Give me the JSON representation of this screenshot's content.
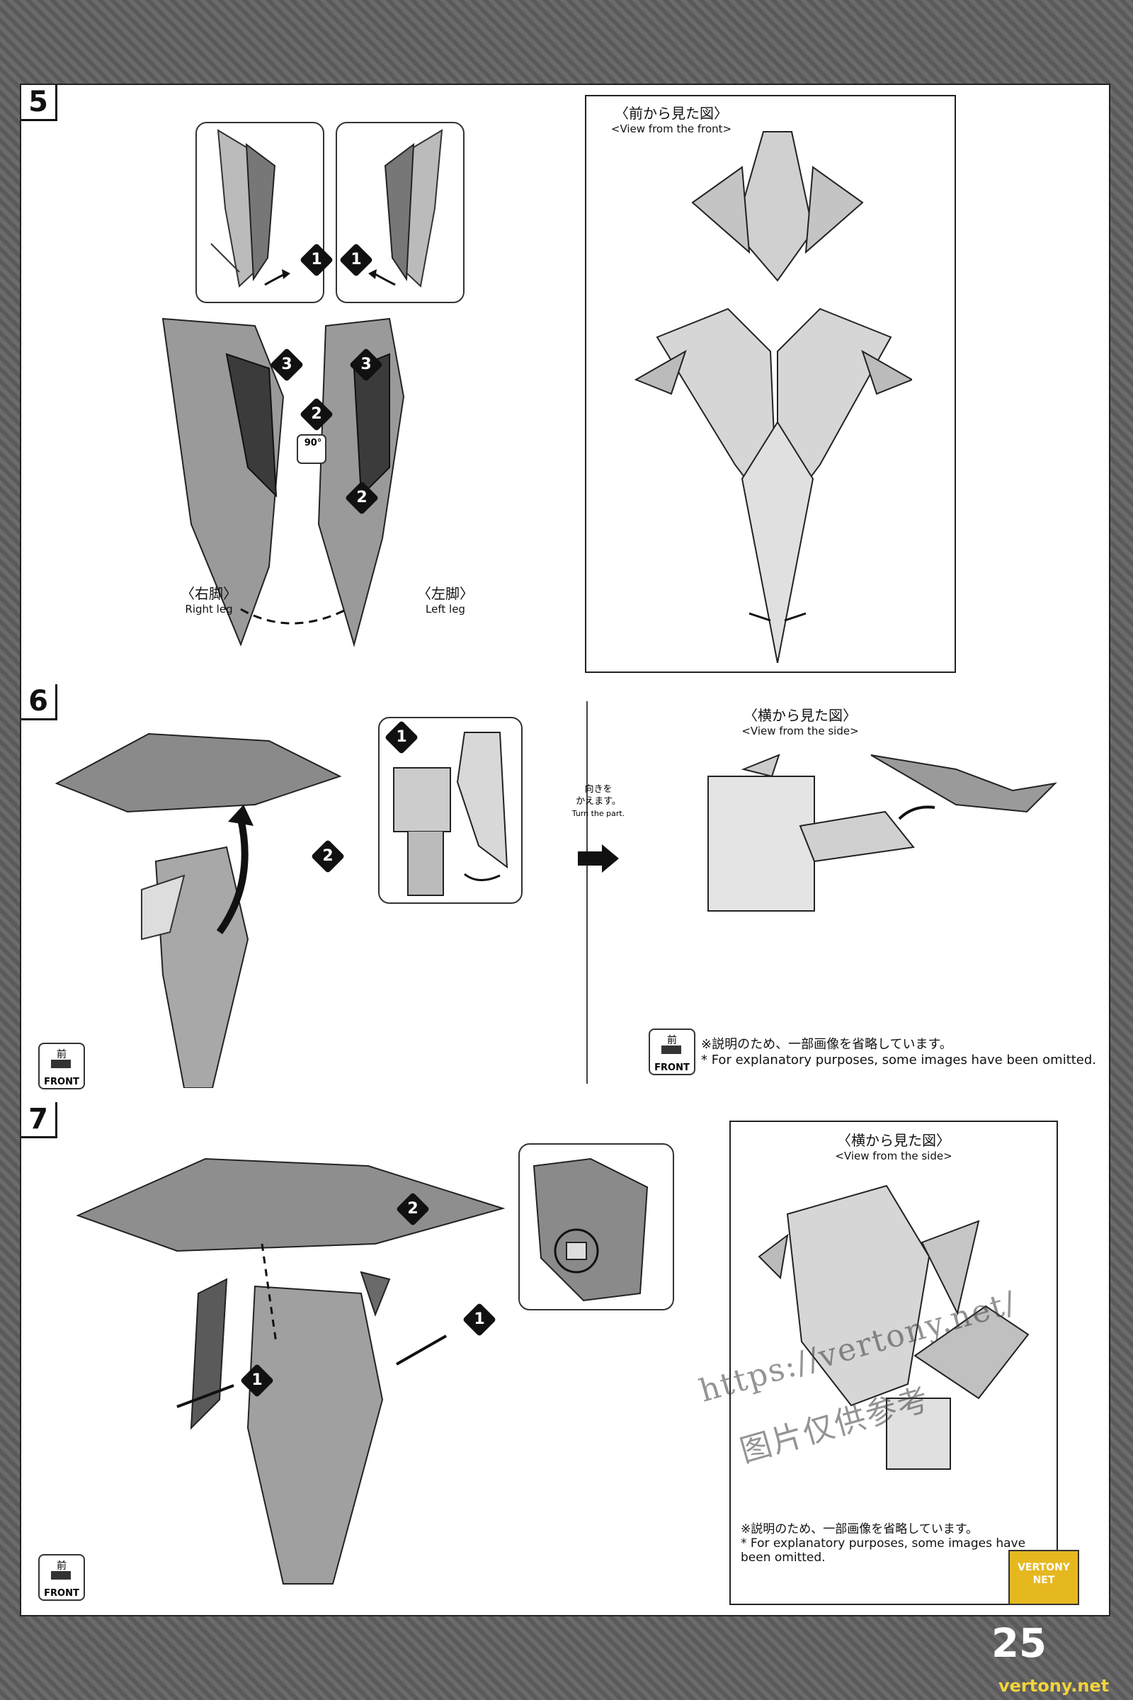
{
  "page_number": "25",
  "footer_site": "vertony.net",
  "logo": {
    "line1": "VERTONY",
    "line2": "NET"
  },
  "steps": [
    {
      "number": "5",
      "legs": {
        "right_jp": "〈右脚〉",
        "right_en": "Right leg",
        "left_jp": "〈左脚〉",
        "left_en": "Left leg",
        "rotation": "90°"
      },
      "callouts": [
        "1",
        "1",
        "3",
        "3",
        "2",
        "2"
      ],
      "front_view_jp": "〈前から見た図〉",
      "front_view_en": "<View from the front>"
    },
    {
      "number": "6",
      "callouts": [
        "1",
        "2"
      ],
      "turn_jp_line1": "向きを",
      "turn_jp_line2": "かえます。",
      "turn_en": "Turn the part.",
      "side_view_jp": "〈横から見た図〉",
      "side_view_en": "<View from the side>",
      "front_icon_jp": "前",
      "front_icon_en": "FRONT",
      "note_jp": "※説明のため、一部画像を省略しています。",
      "note_en": "* For explanatory purposes, some images have been omitted."
    },
    {
      "number": "7",
      "callouts": [
        "2",
        "1",
        "1"
      ],
      "side_view_jp": "〈横から見た図〉",
      "side_view_en": "<View from the side>",
      "front_icon_jp": "前",
      "front_icon_en": "FRONT",
      "note_jp": "※説明のため、一部画像を省略しています。",
      "note_en_line1": "* For explanatory purposes, some images have",
      "note_en_line2": "been omitted."
    }
  ],
  "watermark": {
    "line1": "https://vertony.net/",
    "line2": "图片仅供参考"
  },
  "colors": {
    "ink": "#111111",
    "paper": "#ffffff",
    "border": "#5f5f5f",
    "badge": "#e6b820"
  }
}
